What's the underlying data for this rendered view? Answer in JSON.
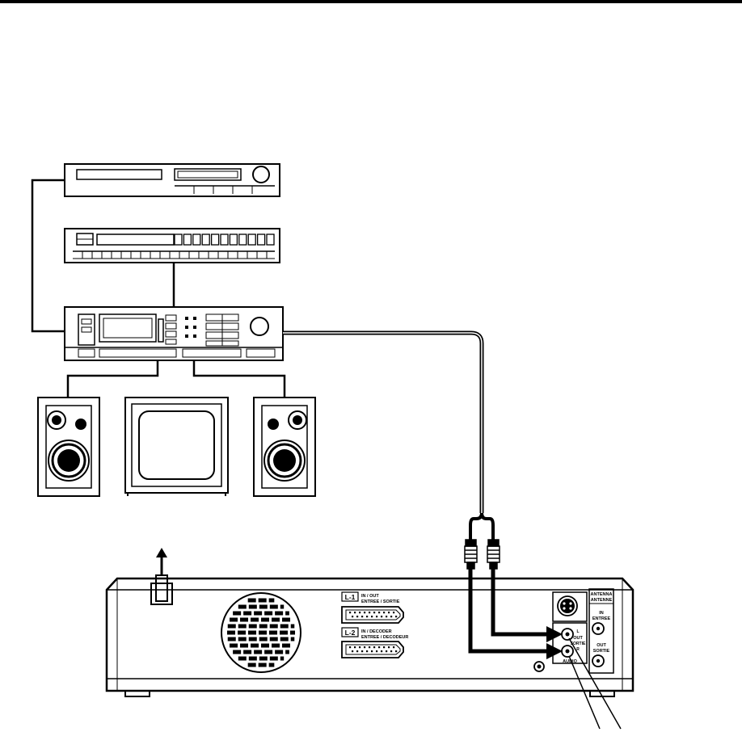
{
  "connectors": {
    "l1": {
      "badge": "L-1",
      "line1": "IN / OUT",
      "line2": "ENTREE / SORTIE"
    },
    "l2": {
      "badge": "L-2",
      "line1": "IN / DECODER",
      "line2": "ENTREE / DECODEUR"
    }
  },
  "antenna": {
    "title1": "ANTENNA",
    "title2": "ANTENNE",
    "in1": "IN",
    "in2": "ENTREE",
    "out1": "OUT",
    "out2": "SORTIE"
  },
  "audio": {
    "l": "L",
    "out1": "OUT",
    "out2": "SORTIE",
    "r": "R",
    "label": "AUDIO"
  }
}
